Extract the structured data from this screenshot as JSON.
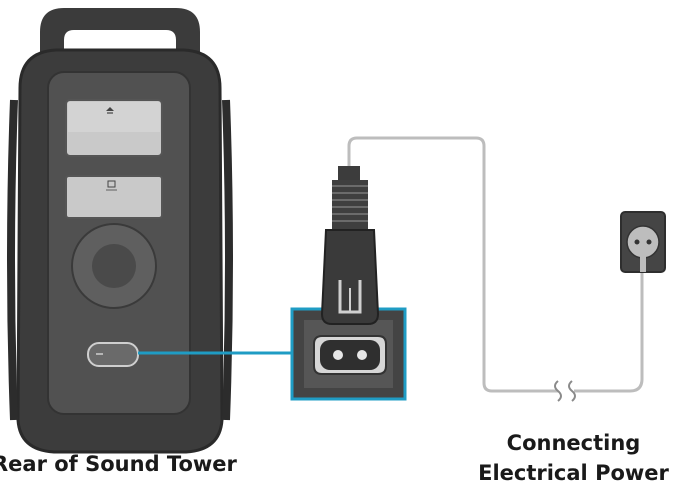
{
  "labels": {
    "rear": "Rear of Sound Tower",
    "connecting_line1": "Connecting",
    "connecting_line2": "Electrical Power"
  },
  "colors": {
    "body_dark": "#3d3d3d",
    "body_mid": "#4f4f4f",
    "panel": "#c8c8c8",
    "highlight": "#1f9cc4",
    "cable": "#bdbdbd",
    "text": "#1a1a1a"
  },
  "icons": [
    "usb-icon",
    "power-socket-icon",
    "break-symbol-icon"
  ]
}
